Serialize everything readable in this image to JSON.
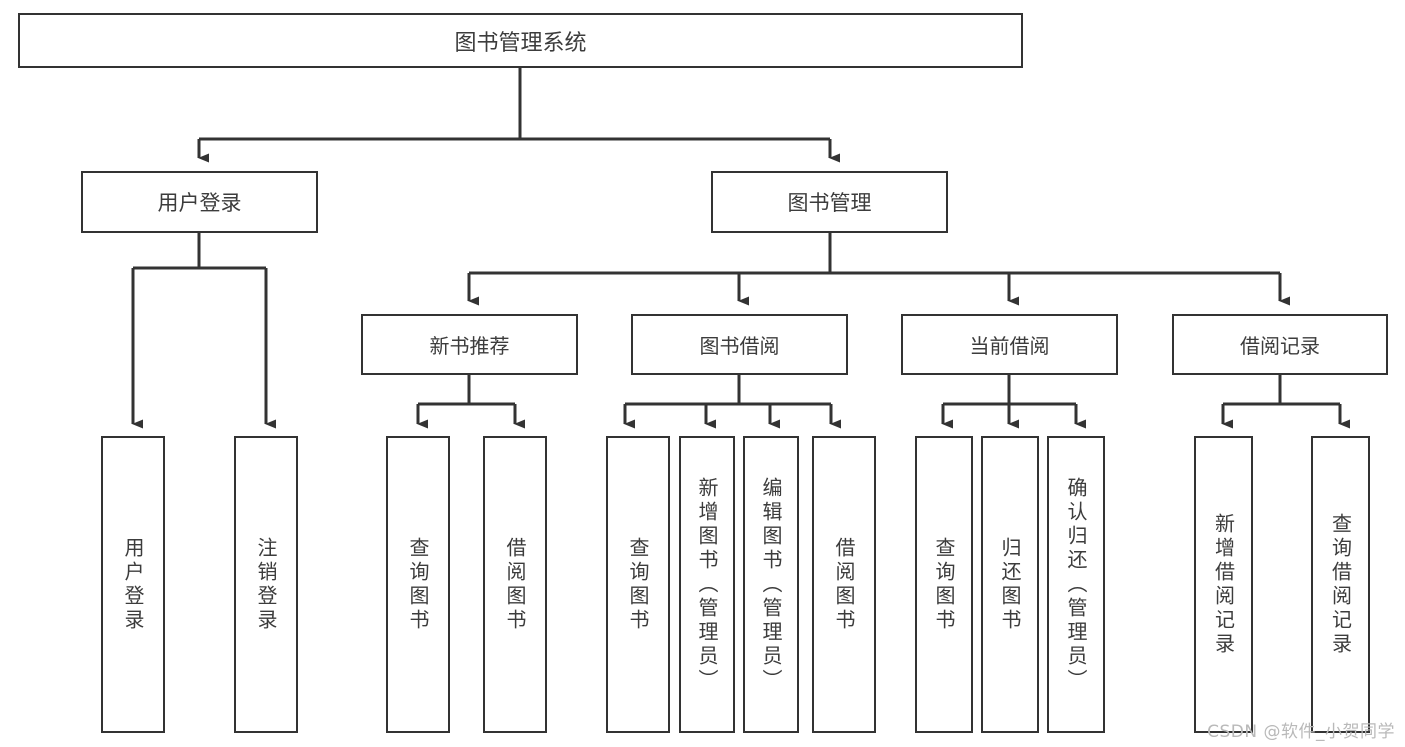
{
  "diagram": {
    "title": "图书管理系统",
    "type": "hierarchy-tree",
    "root": {
      "id": "root",
      "label": "图书管理系统"
    },
    "level1": [
      {
        "id": "user-login",
        "label": "用户登录"
      },
      {
        "id": "book-manage",
        "label": "图书管理"
      }
    ],
    "level2": [
      {
        "id": "new-book-recommend",
        "label": "新书推荐",
        "parent": "book-manage"
      },
      {
        "id": "book-borrow",
        "label": "图书借阅",
        "parent": "book-manage"
      },
      {
        "id": "current-borrow",
        "label": "当前借阅",
        "parent": "book-manage"
      },
      {
        "id": "borrow-record",
        "label": "借阅记录",
        "parent": "book-manage"
      }
    ],
    "leaves": [
      {
        "id": "leaf-user-login",
        "label": "用户登录",
        "parent": "user-login"
      },
      {
        "id": "leaf-logout",
        "label": "注销登录",
        "parent": "user-login"
      },
      {
        "id": "leaf-query-book-1",
        "label": "查询图书",
        "parent": "new-book-recommend"
      },
      {
        "id": "leaf-borrow-book-1",
        "label": "借阅图书",
        "parent": "new-book-recommend"
      },
      {
        "id": "leaf-query-book-2",
        "label": "查询图书",
        "parent": "book-borrow"
      },
      {
        "id": "leaf-add-book",
        "label": "新增图书（管理员）",
        "parent": "book-borrow"
      },
      {
        "id": "leaf-edit-book",
        "label": "编辑图书（管理员）",
        "parent": "book-borrow"
      },
      {
        "id": "leaf-borrow-book-2",
        "label": "借阅图书",
        "parent": "book-borrow"
      },
      {
        "id": "leaf-query-book-3",
        "label": "查询图书",
        "parent": "current-borrow"
      },
      {
        "id": "leaf-return-book",
        "label": "归还图书",
        "parent": "current-borrow"
      },
      {
        "id": "leaf-confirm-return",
        "label": "确认归还（管理员）",
        "parent": "current-borrow"
      },
      {
        "id": "leaf-add-record",
        "label": "新增借阅记录",
        "parent": "borrow-record"
      },
      {
        "id": "leaf-query-record",
        "label": "查询借阅记录",
        "parent": "borrow-record"
      }
    ],
    "colors": {
      "stroke": "#333333",
      "text": "#3c3c3c",
      "background": "#ffffff",
      "watermark": "#b9b9b9"
    }
  },
  "watermark": {
    "text": "CSDN @软件_小贺同学"
  }
}
